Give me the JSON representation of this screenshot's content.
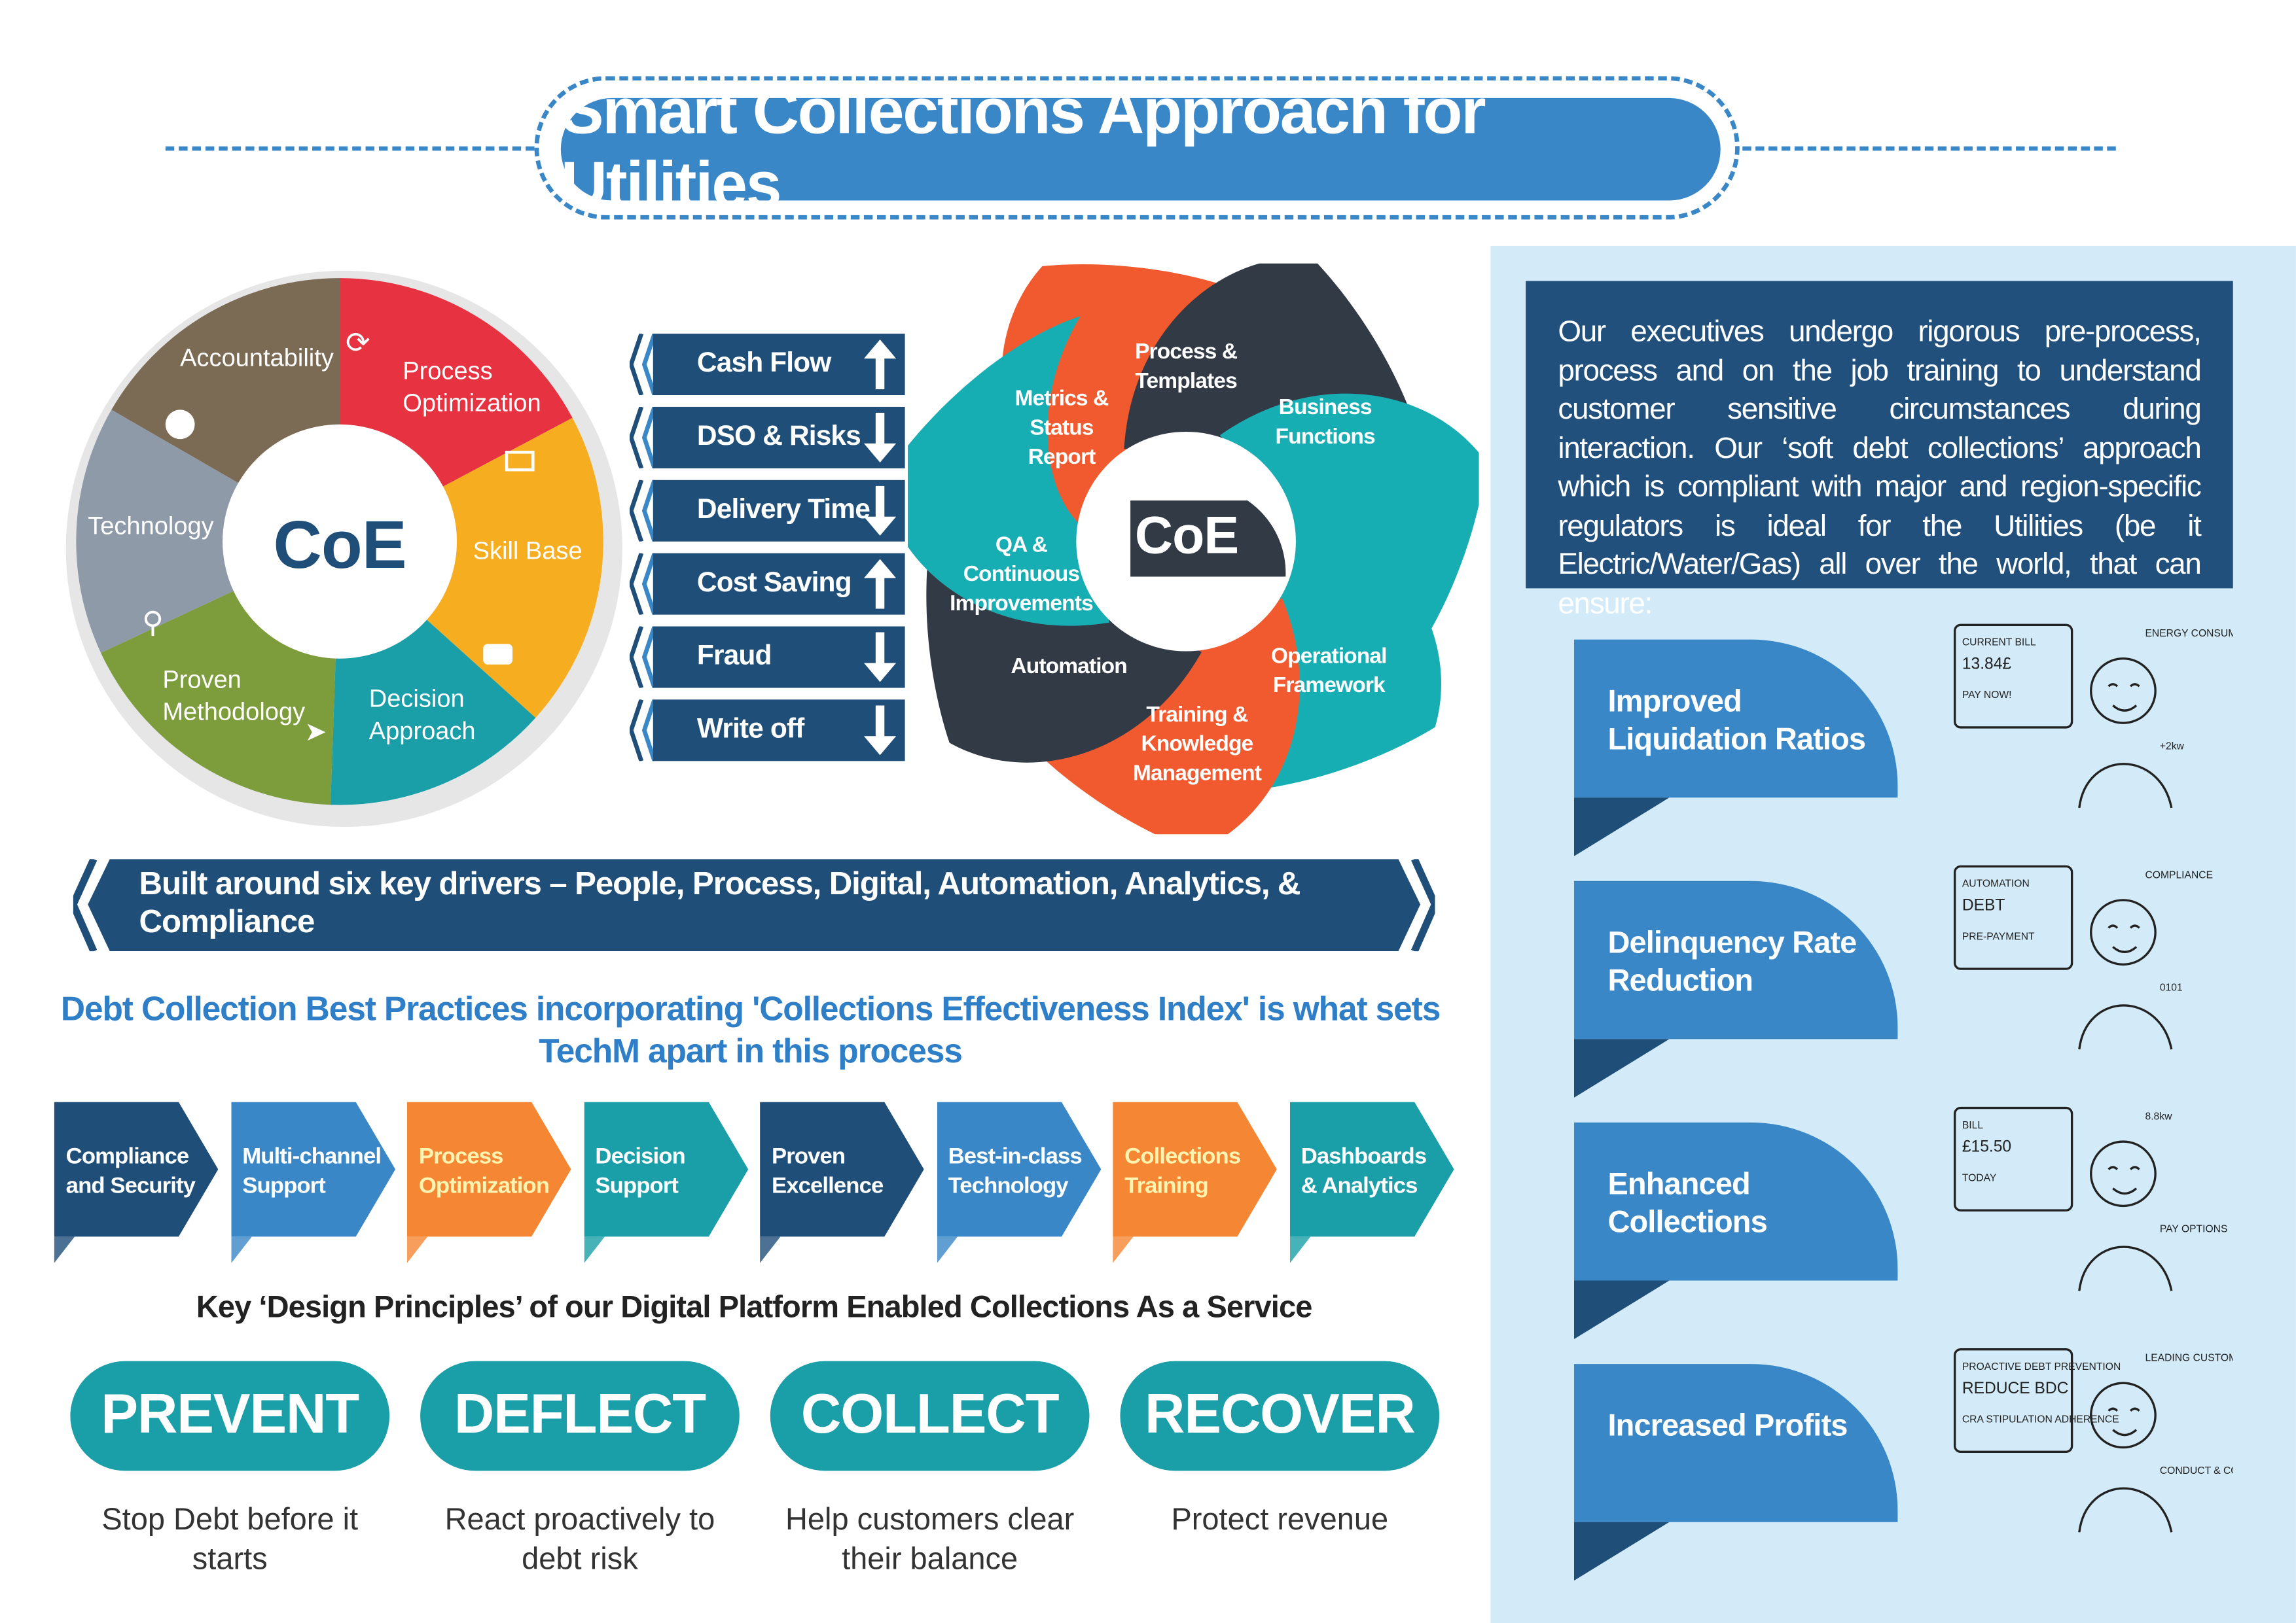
{
  "title": "Smart Collections Approach for Utilities",
  "colors": {
    "blue": "#3a87c8",
    "navy": "#1f4e79",
    "teal": "#1a9fa8",
    "orange": "#f58634",
    "panel": "#d3ebf8"
  },
  "left_wheel": {
    "center_label": "CoE",
    "segments": [
      {
        "label": "Accountability",
        "color": "#7b6b55",
        "icon": "refresh-icon"
      },
      {
        "label": "Process Optimization",
        "color": "#e63241",
        "icon": "monitor-icon"
      },
      {
        "label": "Skill Base",
        "color": "#f6ad1f",
        "icon": "chat-icon"
      },
      {
        "label": "Decision Approach",
        "color": "#1a9fa8",
        "icon": "paper-plane-icon"
      },
      {
        "label": "Proven Methodology",
        "color": "#7d9c3b",
        "icon": "search-icon"
      },
      {
        "label": "Technology",
        "color": "#8e9aa8",
        "icon": "pie-chart-icon"
      }
    ]
  },
  "metrics": [
    {
      "label": "Cash Flow",
      "direction": "up"
    },
    {
      "label": "DSO & Risks",
      "direction": "down"
    },
    {
      "label": "Delivery Time",
      "direction": "down"
    },
    {
      "label": "Cost Saving",
      "direction": "up"
    },
    {
      "label": "Fraud",
      "direction": "down"
    },
    {
      "label": "Write off",
      "direction": "down"
    }
  ],
  "right_wheel": {
    "center_label": "CoE",
    "petals": [
      {
        "label": "Metrics & Status Report",
        "color": "#f15a2e"
      },
      {
        "label": "Process & Templates",
        "color": "#323a45"
      },
      {
        "label": "Business Functions",
        "color": "#17aeb3"
      },
      {
        "label": "Operational Framework",
        "color": "#17aeb3"
      },
      {
        "label": "Training & Knowledge Management",
        "color": "#f15a2e"
      },
      {
        "label": "Automation",
        "color": "#323a45"
      },
      {
        "label": "QA & Continuous Improvements",
        "color": "#17aeb3"
      }
    ]
  },
  "banner": "Built around six key drivers – People, Process, Digital, Automation, Analytics, & Compliance",
  "subheading": "Debt Collection Best Practices incorporating 'Collections Effectiveness Index' is what sets TechM apart in this process",
  "practices": [
    {
      "label": "Compliance and Security",
      "color": "#1f4e79",
      "text": "#ffffff"
    },
    {
      "label": "Multi-channel Support",
      "color": "#3a87c8",
      "text": "#ffffff"
    },
    {
      "label": "Process Optimization",
      "color": "#f58634",
      "text": "#fff3b0"
    },
    {
      "label": "Decision Support",
      "color": "#1a9fa8",
      "text": "#ffffff"
    },
    {
      "label": "Proven Excellence",
      "color": "#1f4e79",
      "text": "#ffffff"
    },
    {
      "label": "Best-in-class Technology",
      "color": "#3a87c8",
      "text": "#ffffff"
    },
    {
      "label": "Collections Training",
      "color": "#f58634",
      "text": "#fff3b0"
    },
    {
      "label": "Dashboards & Analytics",
      "color": "#1a9fa8",
      "text": "#ffffff"
    }
  ],
  "principles_heading": "Key ‘Design Principles’ of our Digital Platform Enabled Collections As a Service",
  "principles": [
    {
      "title": "PREVENT",
      "desc": "Stop Debt before it starts"
    },
    {
      "title": "DEFLECT",
      "desc": "React proactively to debt risk"
    },
    {
      "title": "COLLECT",
      "desc": "Help customers clear their balance"
    },
    {
      "title": "RECOVER",
      "desc": "Protect  revenue"
    }
  ],
  "intro": "Our executives undergo rigorous pre-process, process and on the job training  to understand customer sensitive circumstances during interaction. Our ‘soft debt collections’ approach which is compliant with major and region-specific regulators is ideal for the Utilities (be it Electric/Water/Gas) all over the world, that can ensure:",
  "benefits": [
    {
      "label": "Improved Liquidation Ratios",
      "sketch_text": [
        "CURRENT BILL",
        "13.84£",
        "PAY NOW!",
        "ENERGY CONSUMPTION",
        "+2kw"
      ]
    },
    {
      "label": "Delinquency Rate Reduction",
      "sketch_text": [
        "AUTOMATION",
        "DEBT",
        "PRE-PAYMENT",
        "COMPLIANCE",
        "0101"
      ]
    },
    {
      "label": "Enhanced Collections",
      "sketch_text": [
        "BILL",
        "£15.50",
        "TODAY",
        "8.8kw",
        "PAY OPTIONS"
      ]
    },
    {
      "label": "Increased Profits",
      "sketch_text": [
        "PROACTIVE DEBT PREVENTION",
        "REDUCE BDC",
        "CRA STIPULATION ADHERENCE",
        "LEADING CUSTOMER EXPERIENCE",
        "CONDUCT & COMPLIANCE"
      ]
    }
  ]
}
